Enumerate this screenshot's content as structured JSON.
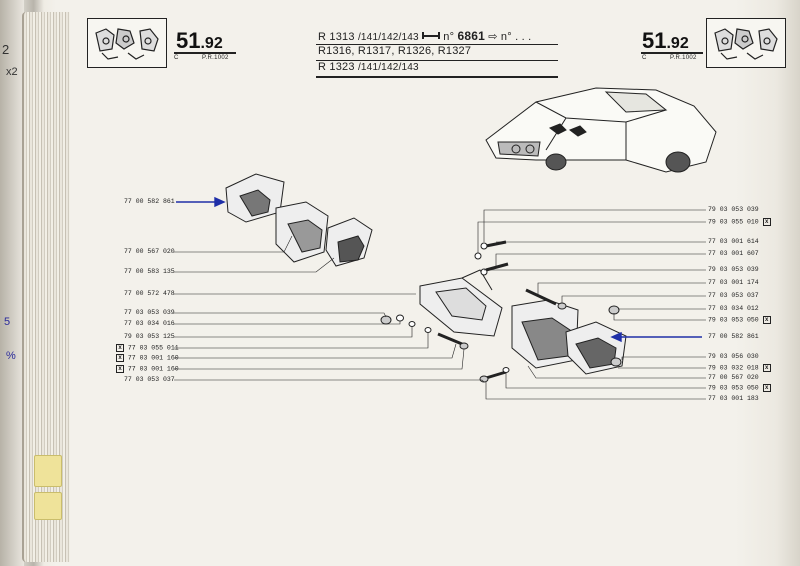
{
  "header": {
    "group_number_main": "51",
    "group_number_sub": ".92",
    "letter": "C",
    "pr_code": "P.R.1002",
    "models_line1_prefix": "R 1313",
    "models_line1_variants": "/141/142/143",
    "models_line1_serial_prefix": "n°",
    "models_line1_serial": "6861",
    "models_line1_arrow": "⇨",
    "models_line1_suffix": "n°  . . .",
    "models_line2": "R1316, R1317, R1326, R1327",
    "models_line3_prefix": "R 1323",
    "models_line3_variants": "/141/142/143"
  },
  "left_labels": [
    {
      "part": "77 00 582 861",
      "arrow": true
    },
    {
      "part": "77 00 567 020"
    },
    {
      "part": "77 00 583 135"
    },
    {
      "part": "77 00 572 478"
    },
    {
      "part": "77 03 053 039"
    },
    {
      "part": "77 03 034 016"
    },
    {
      "part": "79 03 053 125"
    },
    {
      "part": "77 03 055 011",
      "boxed": true
    },
    {
      "part": "77 03 001 160",
      "boxed": true
    },
    {
      "part": "77 03 001 160",
      "boxed": true
    },
    {
      "part": "77 03 053 037"
    }
  ],
  "right_labels": [
    {
      "part": "79 03 053 039"
    },
    {
      "part": "79 03 055 010",
      "boxed": true
    },
    {
      "part": "77 03 001 614"
    },
    {
      "part": "77 03 001 607"
    },
    {
      "part": "79 03 053 039"
    },
    {
      "part": "77 03 001 174"
    },
    {
      "part": "77 03 053 037"
    },
    {
      "part": "77 03 034 012"
    },
    {
      "part": "79 03 053 050",
      "boxed": true
    },
    {
      "part": "77 00 582 861",
      "arrow": true
    },
    {
      "part": "79 03 056 030"
    },
    {
      "part": "79 03 032 018",
      "boxed": true
    },
    {
      "part": "77 00 567 020"
    },
    {
      "part": "79 03 053 050",
      "boxed": true
    },
    {
      "part": "77 03 001 183"
    }
  ],
  "left_page_fragments": [
    "2",
    "x2",
    "5",
    "%"
  ],
  "box_mark": "x",
  "colors": {
    "arrow": "#1f2fa8",
    "ink": "#222222",
    "paper": "#f3f1eb",
    "tab": "#efe39a"
  }
}
